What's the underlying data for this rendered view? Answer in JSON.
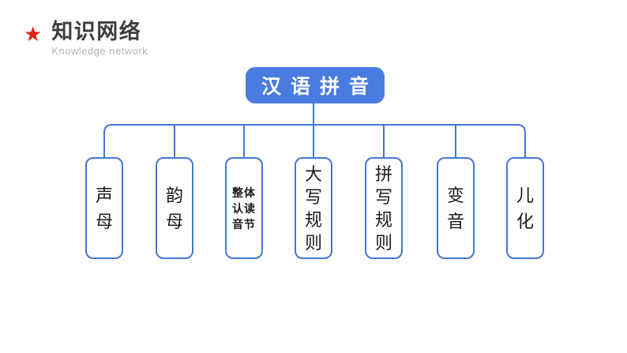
{
  "header": {
    "star_glyph": "★",
    "title": "知识网络",
    "subtitle": "Knowledge network"
  },
  "diagram": {
    "root": {
      "text": "汉语拼音",
      "label": "汉语拼音"
    },
    "nodes": [
      {
        "text": "声母",
        "label": "声\n母"
      },
      {
        "text": "韵母",
        "label": "韵\n母"
      },
      {
        "text": "整体认读音节",
        "label": "整体\n认读\n音节"
      },
      {
        "text": "大写规则",
        "label": "大\n写\n规\n则"
      },
      {
        "text": "拼写规则",
        "label": "拼\n写\n规\n则"
      },
      {
        "text": "变音",
        "label": "变\n音"
      },
      {
        "text": "儿化",
        "label": "儿\n化"
      }
    ]
  },
  "colors": {
    "root_fill": "#4a7be0",
    "root_text": "#ffffff",
    "connector_line": "#4478d2",
    "node_border": "#4478d2",
    "node_text": "#1a1a1a",
    "star_red": "#e22418",
    "title_gray": "#3d3d3d",
    "subtitle_gray": "#b3b3b3",
    "background": "#ffffff"
  }
}
